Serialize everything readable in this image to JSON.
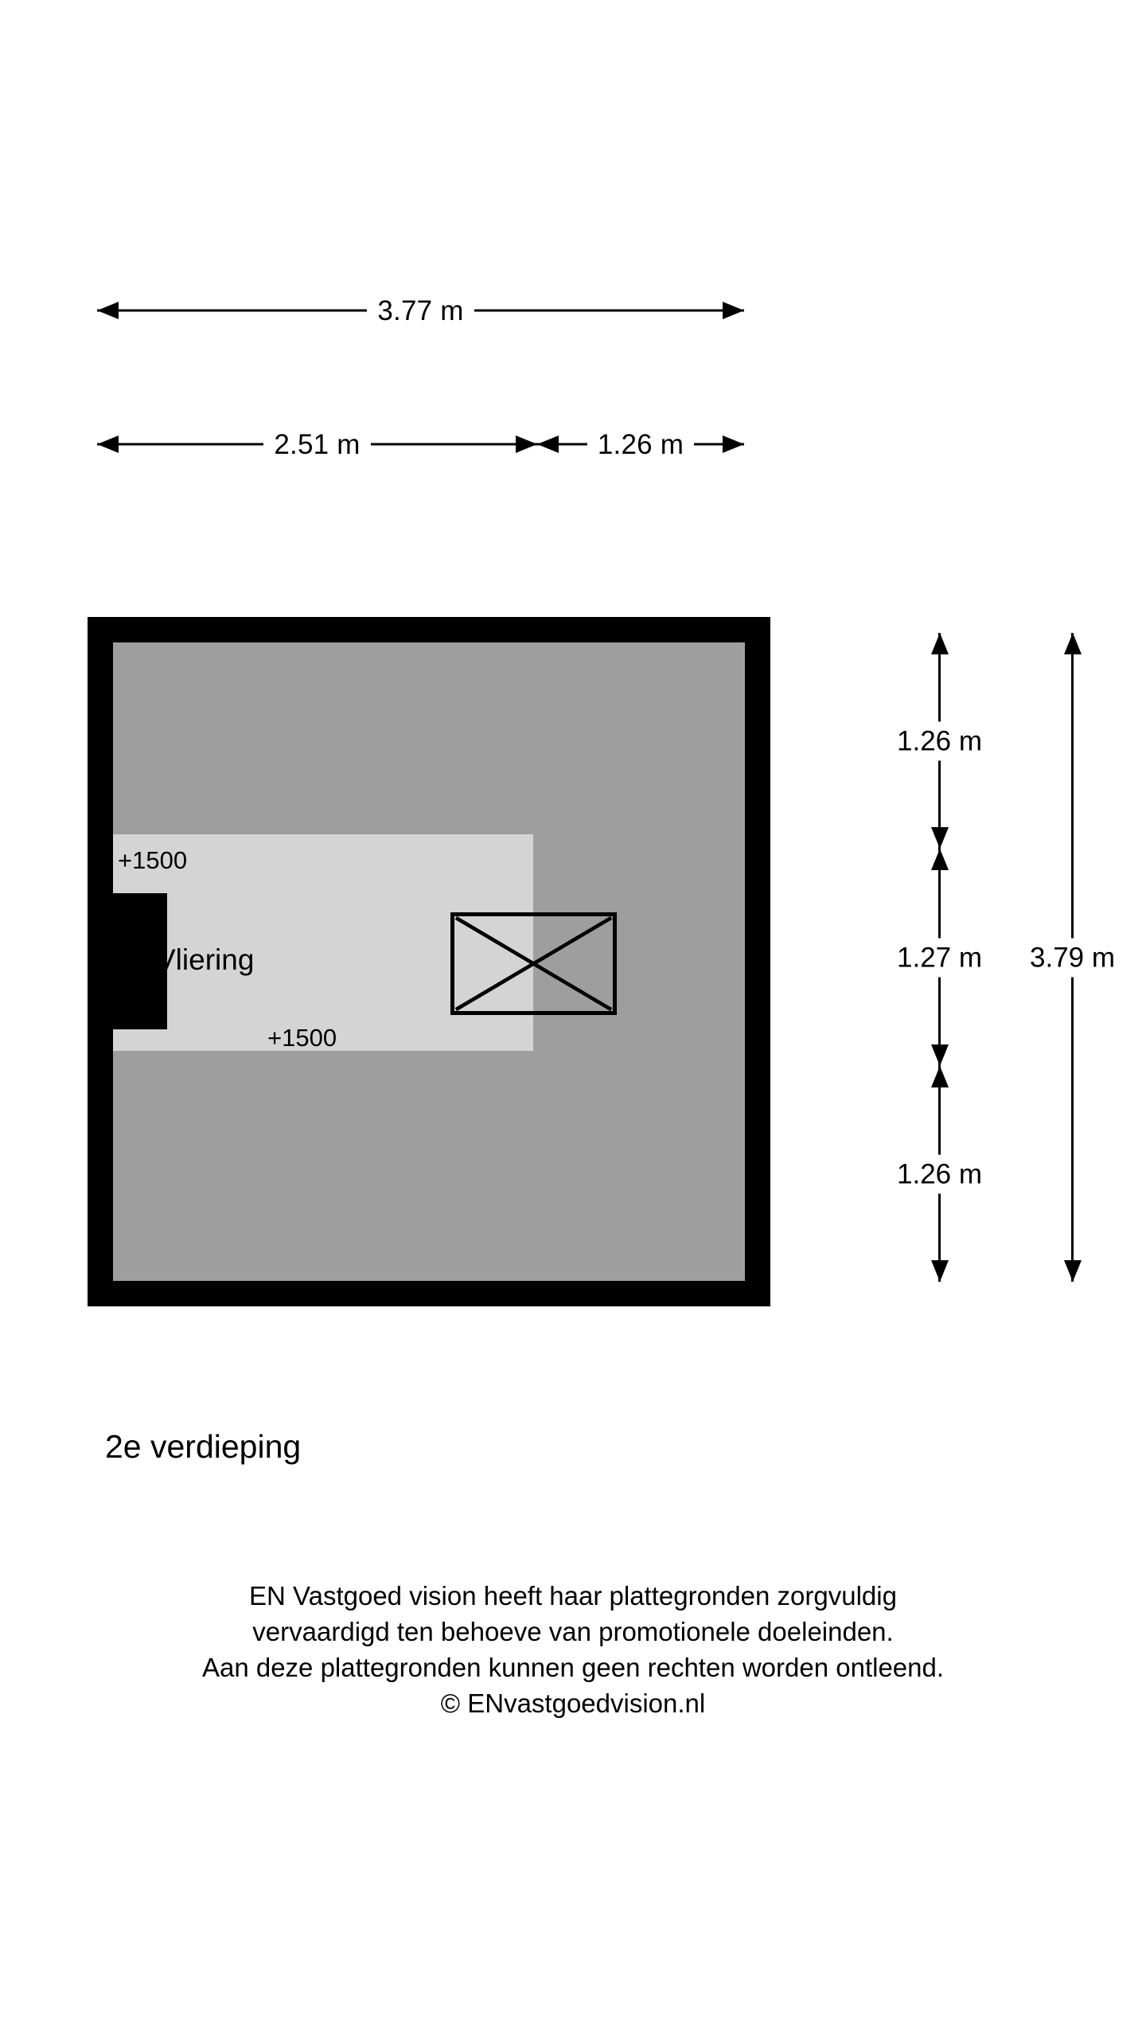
{
  "document": {
    "kind": "floor-plan",
    "floor_title": "2e verdieping",
    "background_color": "#ffffff",
    "ink_color": "#000000"
  },
  "top_dimensions": {
    "row_overall": {
      "segments": [
        {
          "label": "3.77 m",
          "value": 3.77,
          "unit": "m"
        }
      ]
    },
    "row_split": {
      "segments": [
        {
          "label": "2.51 m",
          "value": 2.51,
          "unit": "m"
        },
        {
          "label": "1.26 m",
          "value": 1.26,
          "unit": "m"
        }
      ]
    }
  },
  "right_dimensions": {
    "inner_chain": {
      "segments": [
        {
          "label": "1.26 m",
          "value": 1.26,
          "unit": "m"
        },
        {
          "label": "1.27 m",
          "value": 1.27,
          "unit": "m"
        },
        {
          "label": "1.26 m",
          "value": 1.26,
          "unit": "m"
        }
      ]
    },
    "outer_overall": {
      "segments": [
        {
          "label": "3.79 m",
          "value": 3.79,
          "unit": "m"
        }
      ]
    }
  },
  "plan": {
    "wall_color": "#000000",
    "room_fill_color": "#9e9e9e",
    "attic_fill_color": "#d4d4d4",
    "room_label": "Vliering",
    "level_label_top": "+1500",
    "level_label_bottom": "+1500",
    "hatch_name": "opening-hatch"
  },
  "footer": {
    "lines": [
      "EN Vastgoed vision heeft haar plattegronden zorgvuldig",
      "vervaardigd ten behoeve van promotionele doeleinden.",
      "Aan deze plattegronden kunnen geen rechten worden ontleend.",
      "© ENvastgoedvision.nl"
    ]
  }
}
